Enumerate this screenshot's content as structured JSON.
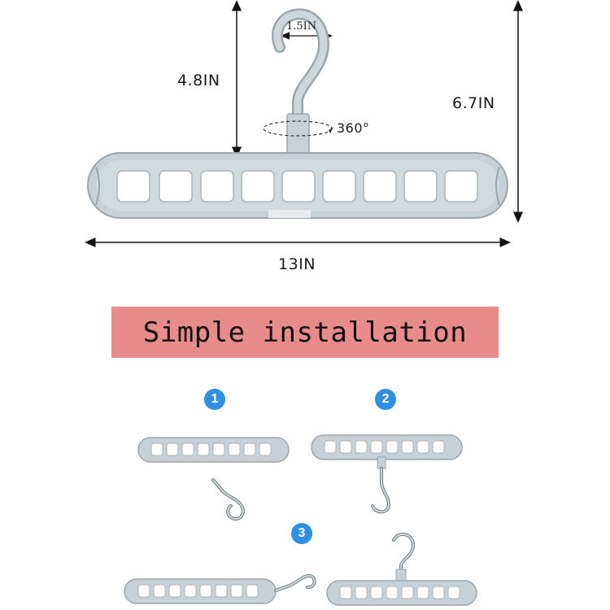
{
  "dimensions": {
    "hook_width": "1.5IN",
    "hook_height": "4.8IN",
    "total_height": "6.7IN",
    "total_width": "13IN",
    "rotation": "360°"
  },
  "banner": {
    "title": "Simple installation"
  },
  "steps": [
    {
      "number": "1"
    },
    {
      "number": "2"
    },
    {
      "number": "3"
    }
  ],
  "colors": {
    "hanger": "#c7d0d5",
    "hanger_outline": "#9aa6ad",
    "banner": "#e88b8b",
    "step_badge": "#2f8fe3"
  }
}
